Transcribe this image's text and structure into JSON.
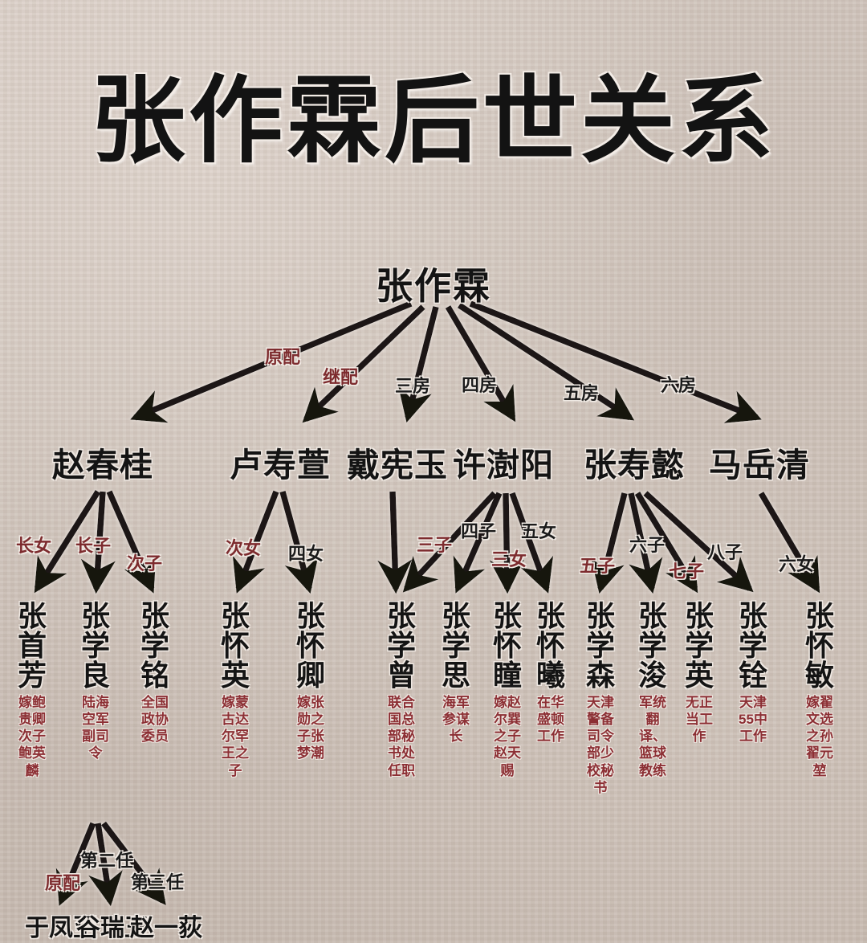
{
  "title": "张作霖后世关系",
  "colors": {
    "background": "#cbc0b8",
    "ink": "#141414",
    "annotation_red": "#8c2f34",
    "label_red": "#7d2b2e"
  },
  "root": {
    "name": "张作霖"
  },
  "wives": [
    {
      "name": "赵春桂",
      "relation": "原配"
    },
    {
      "name": "卢寿萱",
      "relation": "继配"
    },
    {
      "name": "戴宪玉",
      "relation": "三房"
    },
    {
      "name": "许澍阳",
      "relation": "四房"
    },
    {
      "name": "张寿懿",
      "relation": "五房"
    },
    {
      "name": "马岳清",
      "relation": "六房"
    }
  ],
  "children": [
    {
      "name": "张首芳",
      "rank": "长女",
      "desc": "嫁鲍贵卿次子鲍英麟",
      "mother": "赵春桂"
    },
    {
      "name": "张学良",
      "rank": "长子",
      "desc": "陆海空军副司令",
      "mother": "赵春桂"
    },
    {
      "name": "张学铭",
      "rank": "次子",
      "desc": "全国政协委员",
      "mother": "赵春桂"
    },
    {
      "name": "张怀英",
      "rank": "次女",
      "desc": "嫁蒙古达尔罕王之子",
      "mother": "卢寿萱"
    },
    {
      "name": "张怀卿",
      "rank": "四女",
      "desc": "嫁张勋之子张梦潮",
      "mother": "卢寿萱"
    },
    {
      "name": "张学曾",
      "rank": "三子",
      "desc": "联合国总部秘书处任职",
      "mother": "戴宪玉"
    },
    {
      "name": "张学思",
      "rank": "四子",
      "desc": "海军参谋长",
      "mother": "许澍阳"
    },
    {
      "name": "张怀瞳",
      "rank": "三女",
      "desc": "嫁赵尔巽之子赵天赐",
      "mother": "许澍阳"
    },
    {
      "name": "张怀曦",
      "rank": "五女",
      "desc": "在华盛顿工作",
      "mother": "许澍阳"
    },
    {
      "name": "张学森",
      "rank": "五子",
      "desc": "天津警备司令部少校秘书",
      "mother": "张寿懿"
    },
    {
      "name": "张学浚",
      "rank": "六子",
      "desc": "军统翻译、篮球教练",
      "mother": "张寿懿"
    },
    {
      "name": "张学英",
      "rank": "七子",
      "desc": "无正当工作",
      "mother": "张寿懿"
    },
    {
      "name": "张学铨",
      "rank": "八子",
      "desc": "天津55中工作",
      "mother": "张寿懿"
    },
    {
      "name": "张怀敏",
      "rank": "六女",
      "desc": "嫁翟文选之孙翟元堃",
      "mother": "马岳清"
    }
  ],
  "zhang_xueliang_spouses": [
    {
      "name": "于凤至",
      "relation": "原配"
    },
    {
      "name": "谷瑞玉",
      "relation": "第二任"
    },
    {
      "name": "赵一荻",
      "relation": "第三任"
    }
  ]
}
